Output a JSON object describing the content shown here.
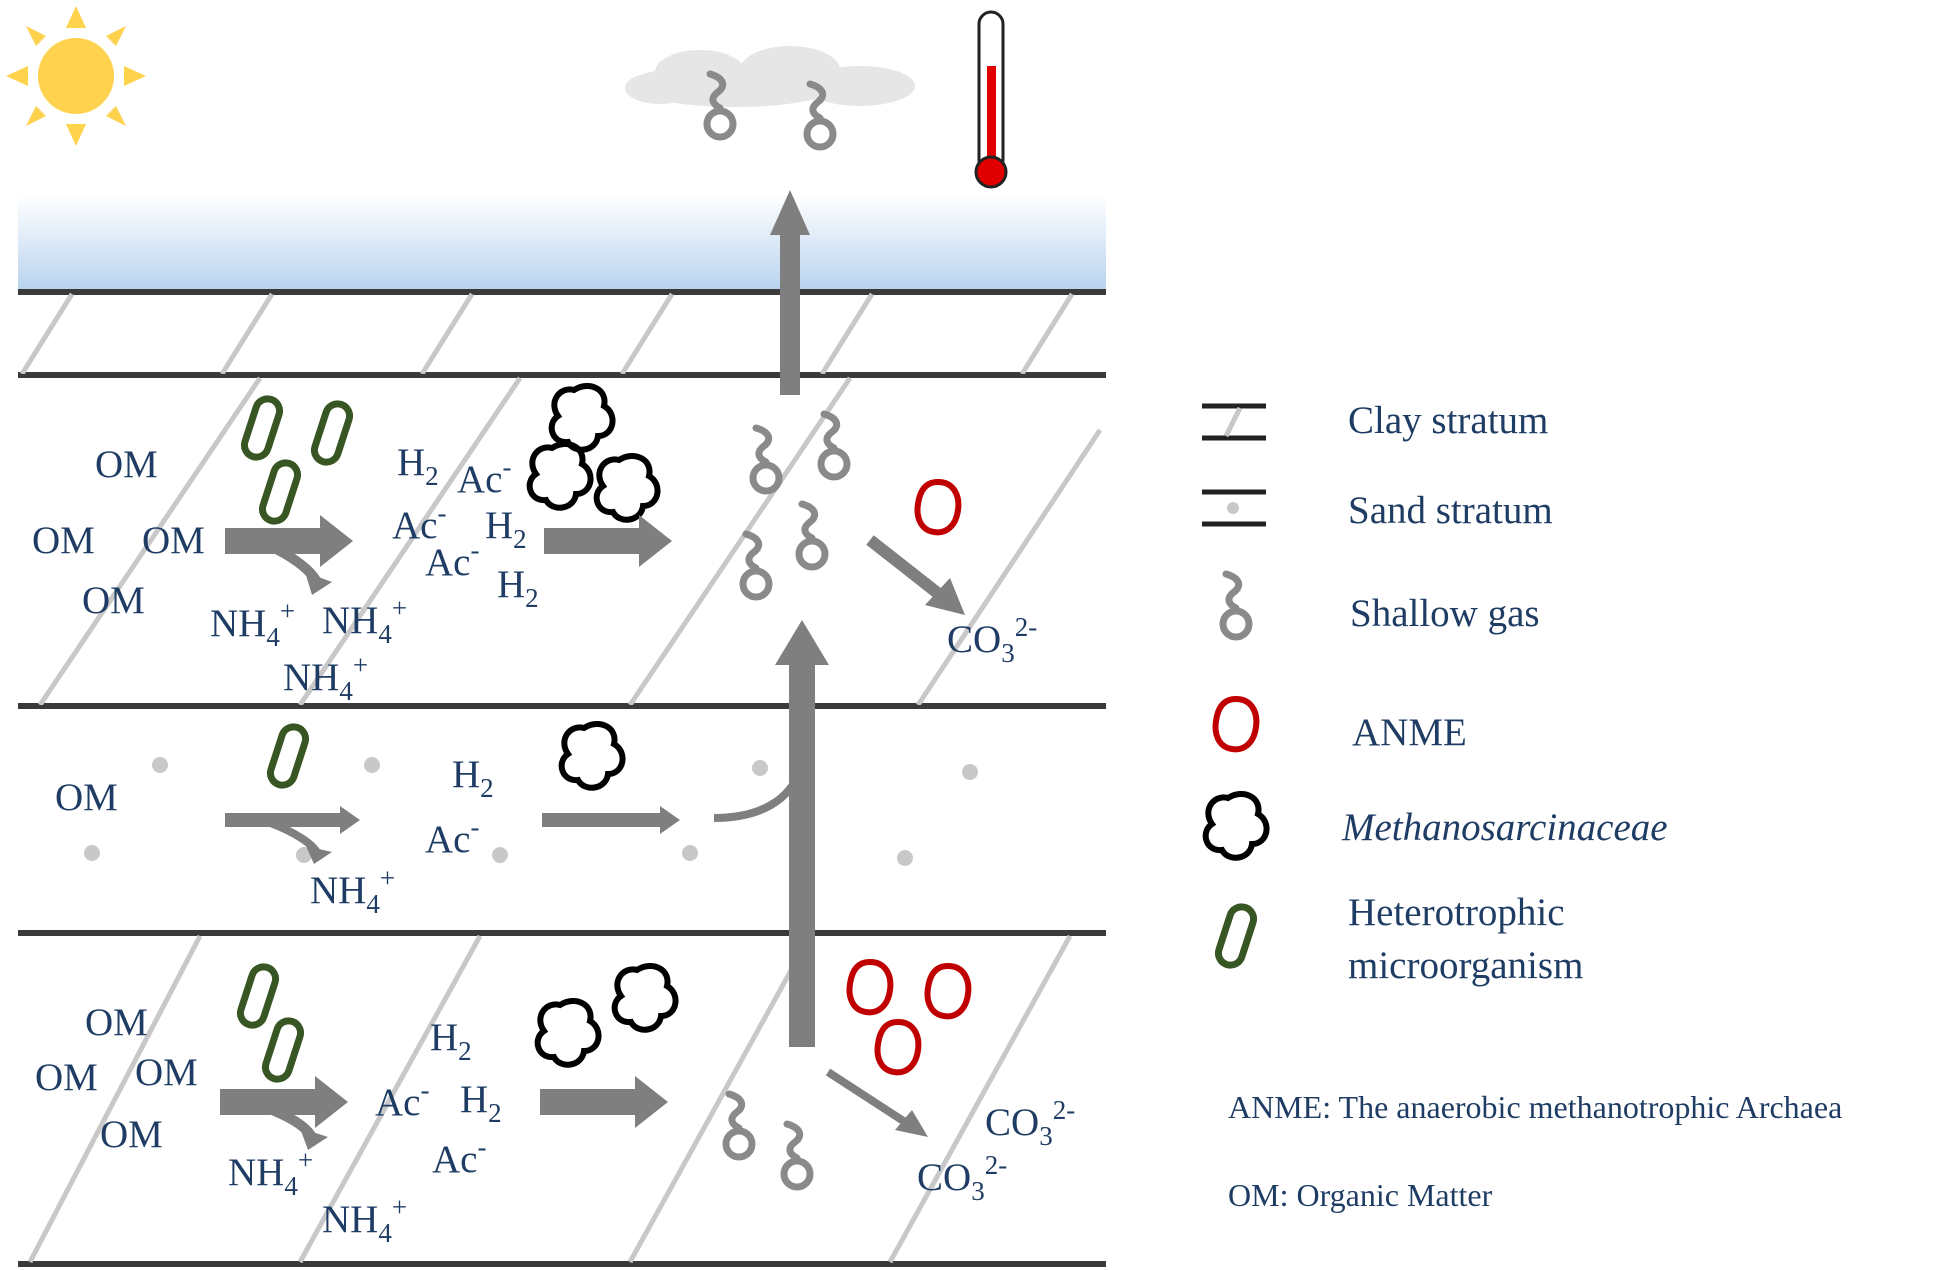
{
  "colors": {
    "stratum_line": "#3a3a3a",
    "hatch": "#c8c8c8",
    "arrow": "#7f7f7f",
    "gas": "#8a8a8a",
    "anme": "#c00000",
    "methanosarcinaceae": "#000000",
    "heterotroph": "#375623",
    "text": "#1f3d64",
    "water_gradient_top": "#ffffff",
    "water_gradient_bottom": "#b8d3ef",
    "thermometer": "#e00000",
    "sun": "#ffd24d",
    "cloud": "#e6e6e6"
  },
  "icons": [
    "sun-icon",
    "cloud-icon",
    "thermometer-icon",
    "shallow-gas-icon",
    "anme-icon",
    "methanosarcinaceae-icon",
    "heterotroph-icon"
  ],
  "labels": {
    "om": "OM",
    "h2_main": "H",
    "h2_sub": "2",
    "ac_main": "Ac",
    "ac_sup": "-",
    "nh4_main": "NH",
    "nh4_sub": "4",
    "nh4_sup": "+",
    "co3_main": "CO",
    "co3_sub": "3",
    "co3_sup": "2-"
  },
  "legend": {
    "clay": "Clay stratum",
    "sand": "Sand stratum",
    "gas": "Shallow gas",
    "anme": "ANME",
    "methanosarcinaceae": "Methanosarcinaceae",
    "heterotroph_line1": "Heterotrophic",
    "heterotroph_line2": "microorganism"
  },
  "notes": {
    "anme_def": "ANME: The anaerobic methanotrophic Archaea",
    "om_def": "OM: Organic Matter"
  }
}
